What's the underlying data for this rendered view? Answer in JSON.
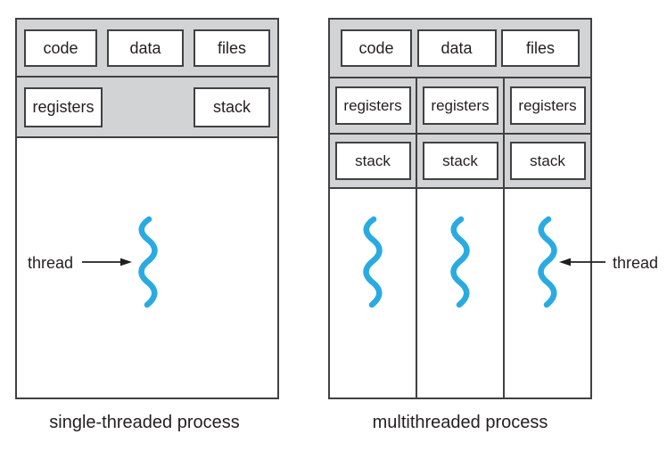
{
  "figure": {
    "left_panel": {
      "caption": "single-threaded process",
      "row1": [
        "code",
        "data",
        "files"
      ],
      "row2": [
        "registers",
        "stack"
      ],
      "thread_label": "thread"
    },
    "right_panel": {
      "caption": "multithreaded process",
      "row1": [
        "code",
        "data",
        "files"
      ],
      "registers_labels": [
        "registers",
        "registers",
        "registers"
      ],
      "stack_labels": [
        "stack",
        "stack",
        "stack"
      ],
      "thread_label": "thread"
    },
    "colors": {
      "thread_blue": "#29abe2",
      "panel_gray": "#d2d3d4",
      "border_dark": "#414043",
      "text_dark": "#231f20"
    }
  }
}
